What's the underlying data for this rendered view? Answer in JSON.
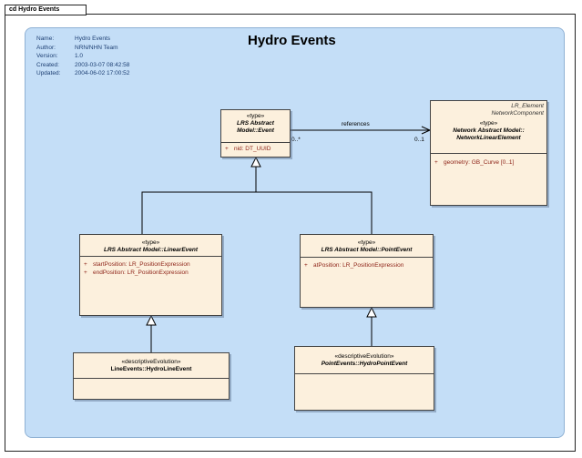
{
  "frame": {
    "label": "cd Hydro Events"
  },
  "diagram_title": "Hydro Events",
  "info": [
    {
      "key": "Name:",
      "value": "Hydro Events"
    },
    {
      "key": "Author:",
      "value": "NRN/NHN Team"
    },
    {
      "key": "Version:",
      "value": "1.0"
    },
    {
      "key": "Created:",
      "value": "2003-03-07 08:42:58"
    },
    {
      "key": "Updated:",
      "value": "2004-06-02 17:00:52"
    }
  ],
  "classes": {
    "event": {
      "stereotype": "«type»",
      "name_line1": "LRS Abstract",
      "name_line2": "Model::Event",
      "attrs": [
        {
          "vis": "+",
          "text": "nid:  DT_UUID"
        }
      ]
    },
    "network": {
      "tag1": "LR_Element",
      "tag2": "NetworkComponent",
      "stereotype": "«type»",
      "name_line1": "Network Abstract Model::",
      "name_line2": "NetworkLinearElement",
      "attrs": [
        {
          "vis": "+",
          "text": "geometry:  GB_Curve [0..1]"
        }
      ]
    },
    "linear": {
      "stereotype": "«type»",
      "name": "LRS Abstract Model::LinearEvent",
      "attrs": [
        {
          "vis": "+",
          "text": "startPosition:  LR_PositionExpression"
        },
        {
          "vis": "+",
          "text": "endPosition:  LR_PositionExpression"
        }
      ]
    },
    "point": {
      "stereotype": "«type»",
      "name": "LRS Abstract Model::PointEvent",
      "attrs": [
        {
          "vis": "+",
          "text": "atPosition:  LR_PositionExpression"
        }
      ]
    },
    "hydroline": {
      "stereotype": "«descriptiveEvolution»",
      "name": "LineEvents::HydroLineEvent"
    },
    "hydropoint": {
      "stereotype": "«descriptiveEvolution»",
      "name": "PointEvents::HydroPointEvent"
    }
  },
  "association": {
    "label": "references",
    "source_mult": "0..*",
    "target_mult": "0..1"
  }
}
